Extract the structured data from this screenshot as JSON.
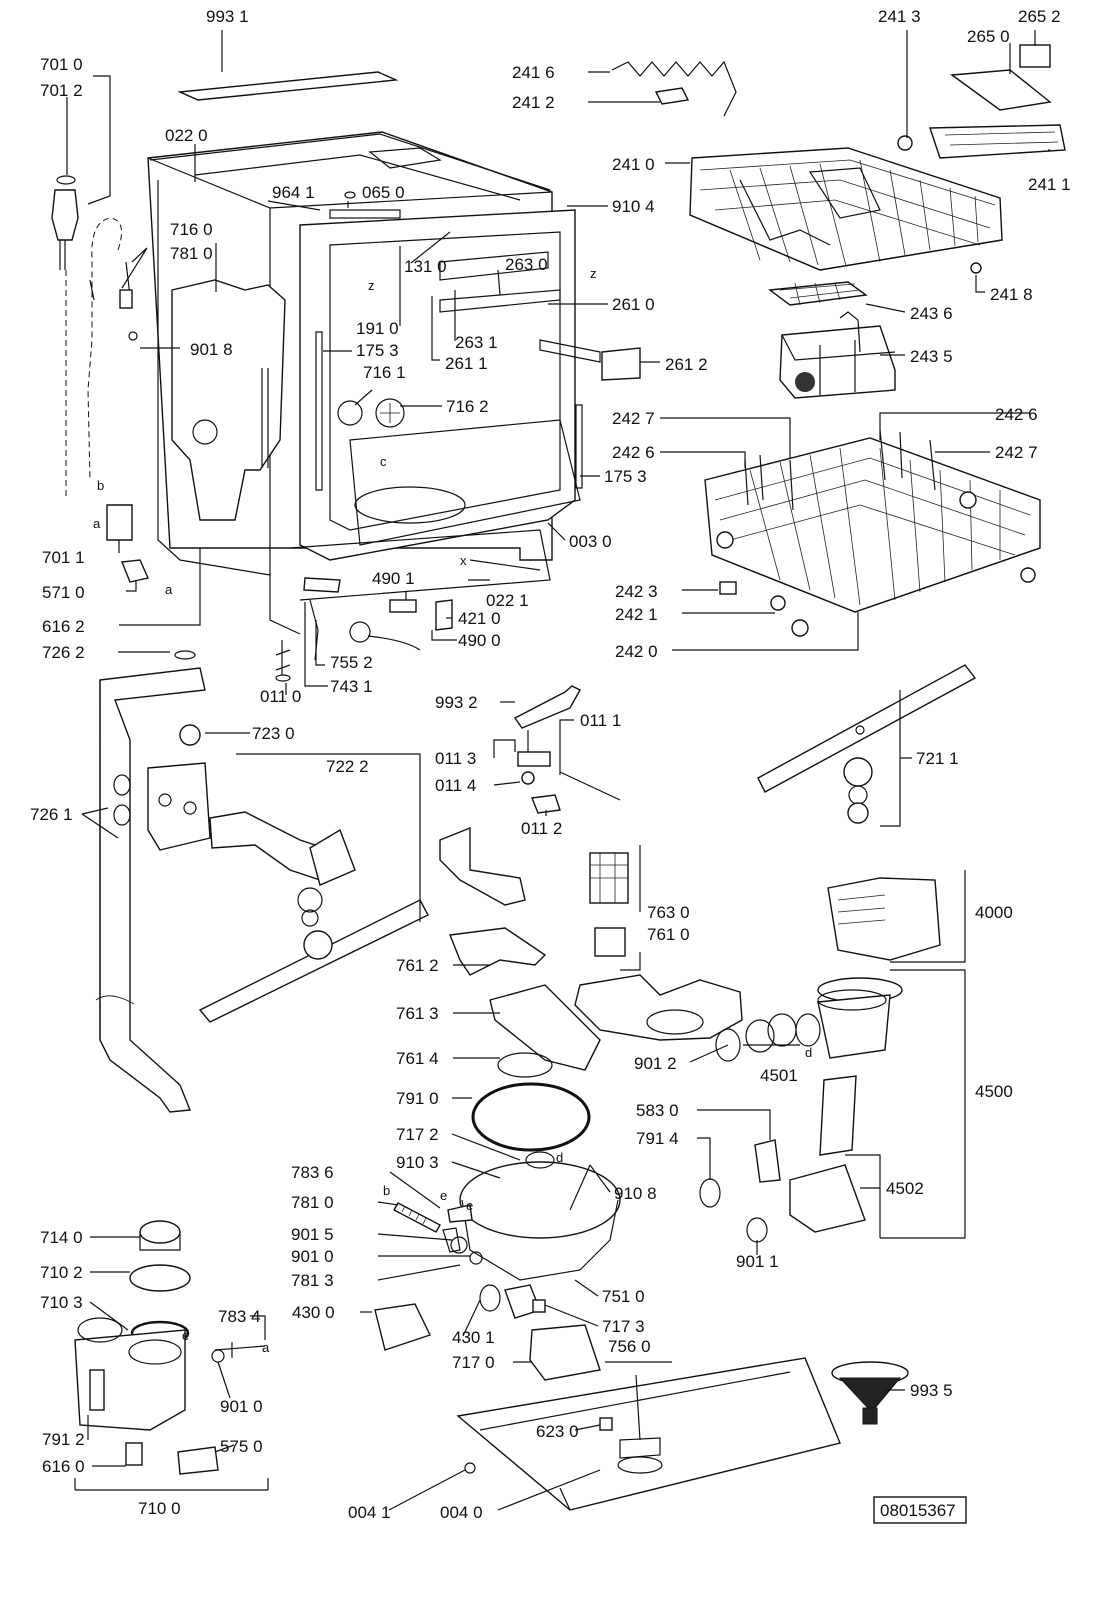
{
  "drawing_ref": "08015367",
  "letters": [
    "z",
    "z",
    "c",
    "x",
    "a",
    "b",
    "a",
    "e",
    "b",
    "e",
    "d",
    "d",
    "a",
    "e"
  ],
  "labels": [
    "993 1",
    "701 0",
    "701 2",
    "022 0",
    "964 1",
    "065 0",
    "910 4",
    "716 0",
    "781 0",
    "131 0",
    "263 0",
    "261 0",
    "191 0",
    "175 3",
    "901 8",
    "263 1",
    "261 1",
    "261 2",
    "716 1",
    "716 2",
    "175 3",
    "003 0",
    "701 1",
    "571 0",
    "616 2",
    "490 1",
    "421 0",
    "490 0",
    "022 1",
    "726 2",
    "011 0",
    "755 2",
    "743 1",
    "241 6",
    "241 2",
    "241 3",
    "265 2",
    "265 0",
    "241 0",
    "241 1",
    "241 8",
    "243 6",
    "243 5",
    "242 7",
    "242 6",
    "242 6",
    "242 7",
    "242 3",
    "242 1",
    "242 0",
    "993 2",
    "011 1",
    "011 3",
    "011 4",
    "011 2",
    "723 0",
    "722 2",
    "726 1",
    "721 1",
    "763 0",
    "761 0",
    "4000",
    "761 2",
    "761 3",
    "761 4",
    "901 2",
    "4501",
    "4500",
    "791 0",
    "583 0",
    "791 4",
    "717 2",
    "910 3",
    "910 8",
    "783 6",
    "781 0",
    "901 5",
    "901 0",
    "781 3",
    "4502",
    "901 1",
    "751 0",
    "714 0",
    "710 2",
    "710 3",
    "783 4",
    "430 0",
    "430 1",
    "717 3",
    "717 0",
    "756 0",
    "901 0",
    "791 2",
    "575 0",
    "616 0",
    "710 0",
    "623 0",
    "993 5",
    "004 1",
    "004 0"
  ]
}
